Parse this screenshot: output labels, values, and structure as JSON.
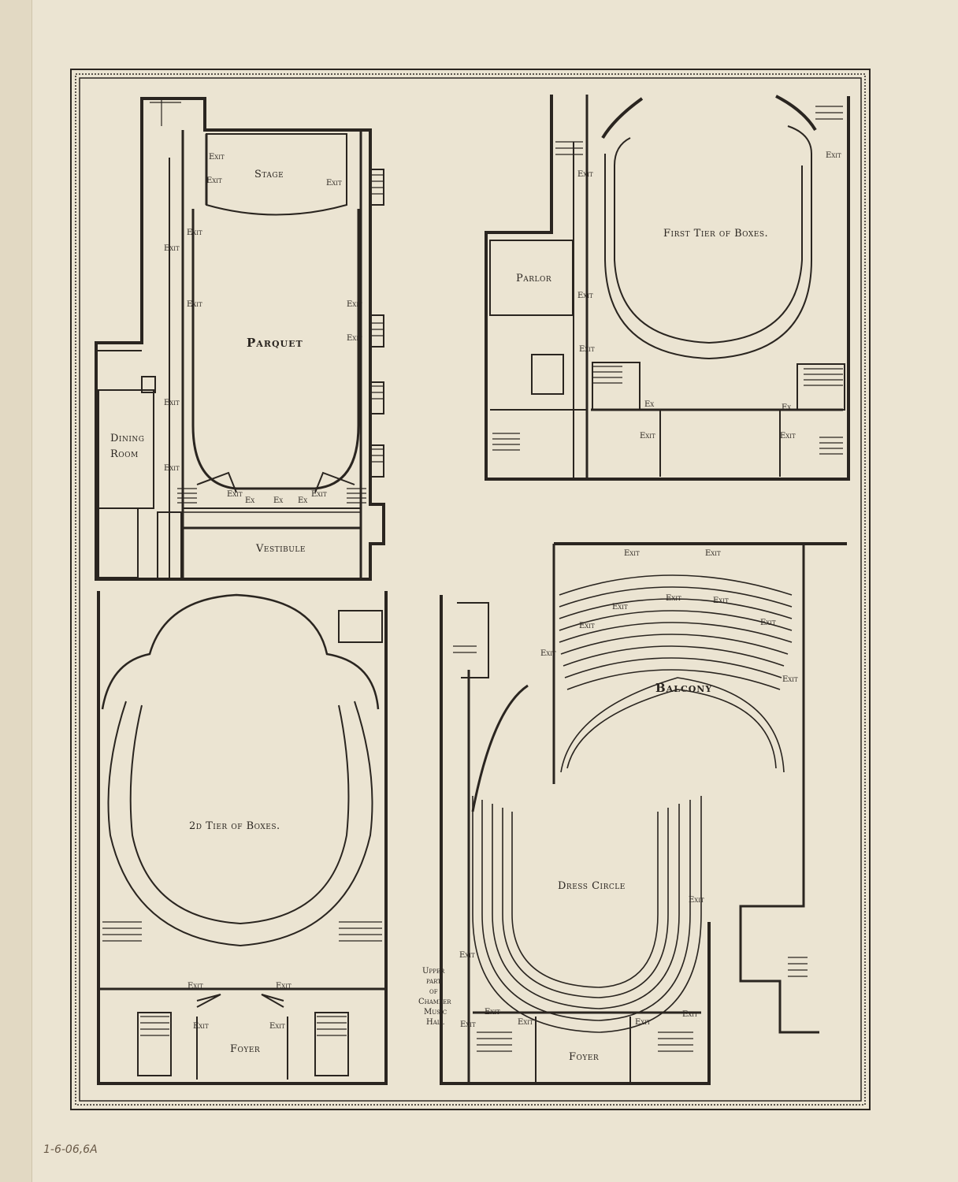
{
  "plans": {
    "parquet": {
      "stage": "Stage",
      "hall": "Parquet",
      "dining": "Dining",
      "room": "Room",
      "vestibule": "Vestibule",
      "exit": "Exit",
      "ex": "Ex"
    },
    "first_tier": {
      "title": "First Tier of Boxes.",
      "parlor": "Parlor",
      "exit": "Exit",
      "ex": "Ex"
    },
    "second_tier": {
      "title": "2d Tier of Boxes.",
      "foyer": "Foyer",
      "exit": "Exit"
    },
    "balcony": {
      "title": "Balcony",
      "dress_circle": "Dress Circle",
      "foyer": "Foyer",
      "exit": "Exit",
      "upper_1": "Upper",
      "upper_2": "part",
      "upper_3": "of",
      "upper_4": "Chamber",
      "upper_5": "Music",
      "upper_6": "Hall"
    }
  },
  "annotation": "1-6-06,6A"
}
